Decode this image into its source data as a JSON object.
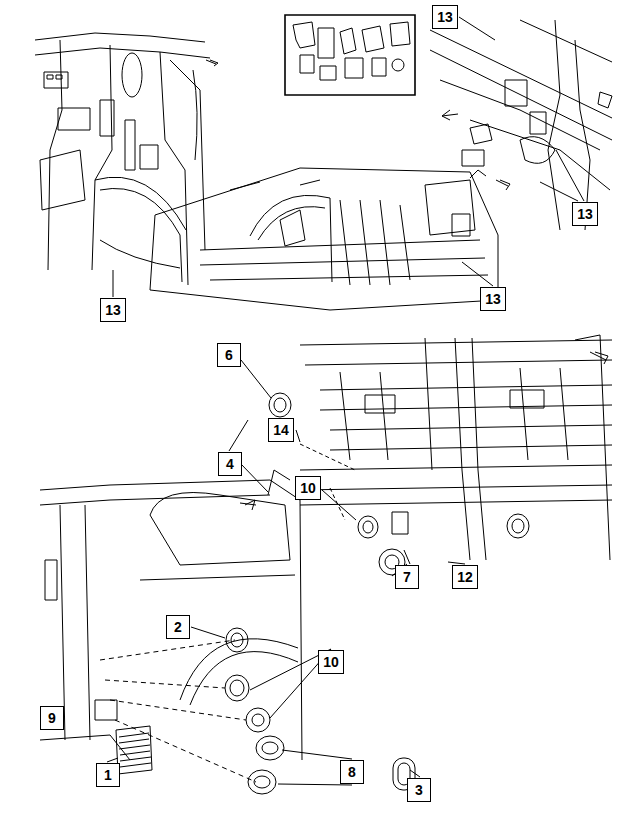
{
  "diagram": {
    "nodes": [
      {
        "text": [
          "13"
        ]
      },
      {
        "text": [
          "13"
        ]
      },
      {
        "text": [
          "13"
        ]
      },
      {
        "text": [
          "13"
        ]
      },
      {
        "text": [
          "6"
        ]
      },
      {
        "text": [
          "14"
        ]
      },
      {
        "text": [
          "4"
        ]
      },
      {
        "text": [
          "10"
        ]
      },
      {
        "text": [
          "7"
        ]
      },
      {
        "text": [
          "12"
        ]
      },
      {
        "text": [
          "2"
        ]
      },
      {
        "text": [
          "10"
        ]
      },
      {
        "text": [
          "9"
        ]
      },
      {
        "text": [
          "8"
        ]
      },
      {
        "text": [
          "1"
        ]
      },
      {
        "text": [
          "3"
        ]
      }
    ]
  }
}
